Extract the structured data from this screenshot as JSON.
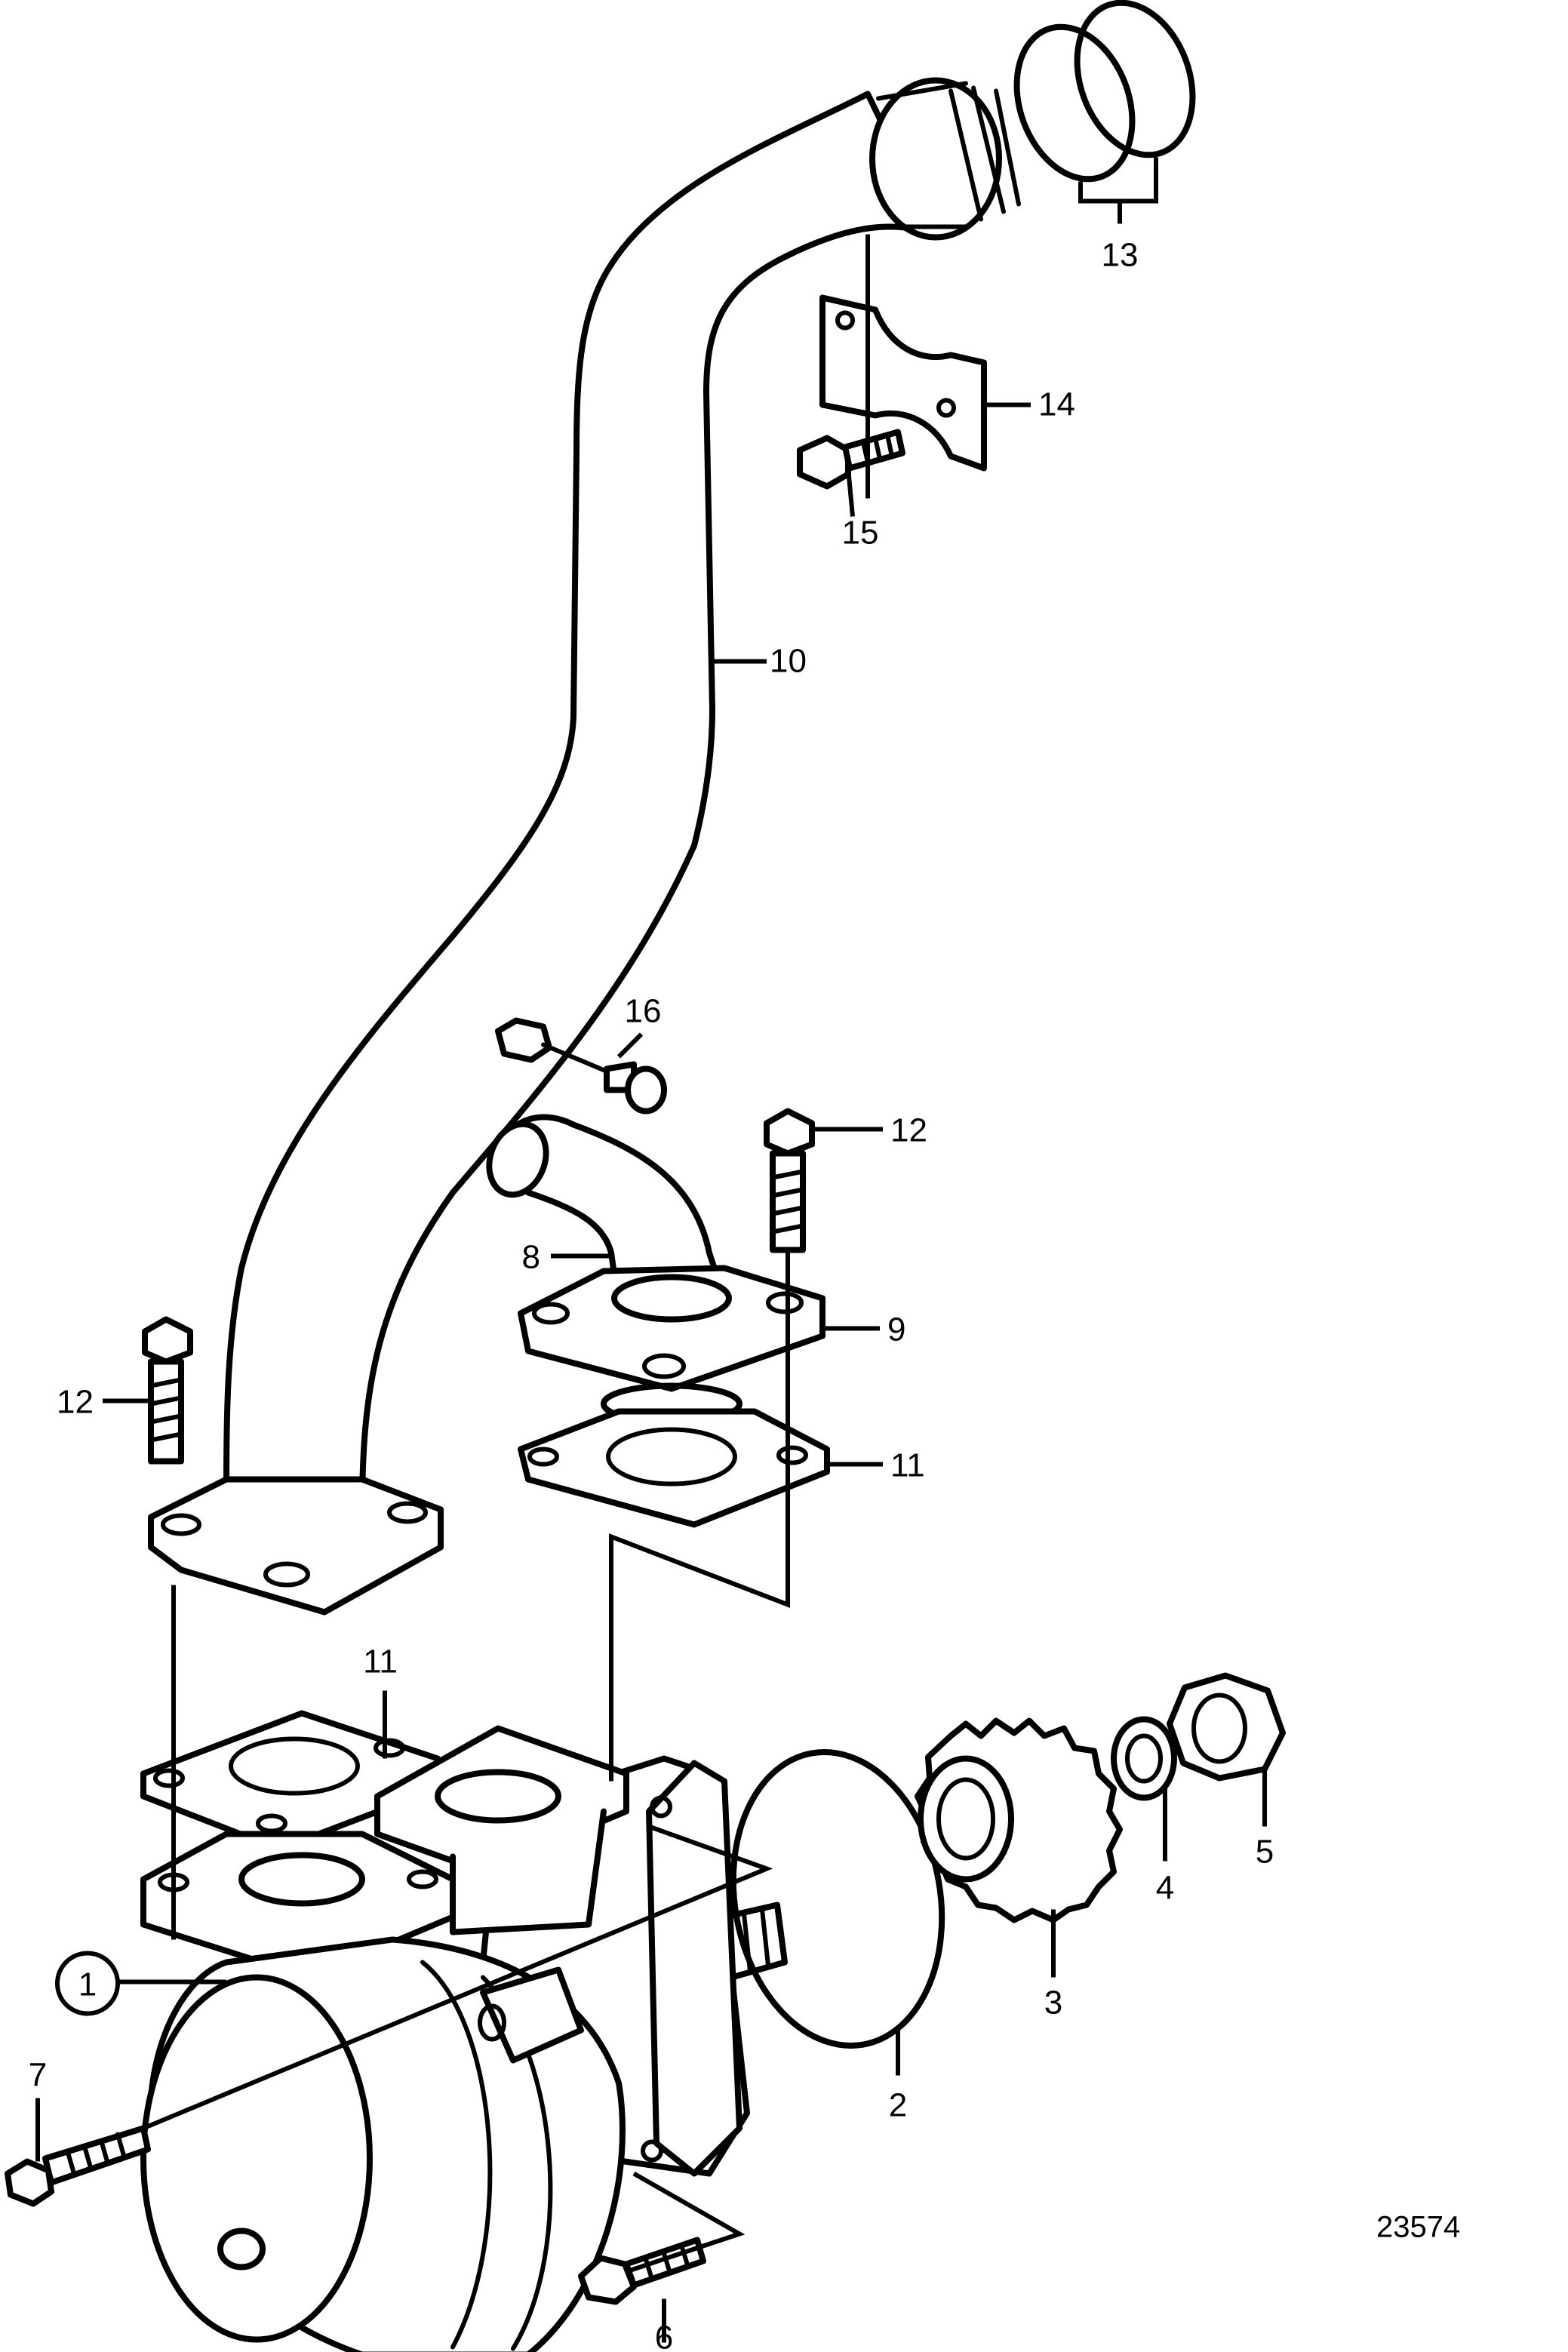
{
  "diagram": {
    "reference_number": "23574",
    "callouts": {
      "c1": "1",
      "c2": "2",
      "c3": "3",
      "c4": "4",
      "c5": "5",
      "c6": "6",
      "c7": "7",
      "c8": "8",
      "c9": "9",
      "c10": "10",
      "c11a": "11",
      "c11b": "11",
      "c12a": "12",
      "c12b": "12",
      "c13": "13",
      "c14": "14",
      "c15": "15",
      "c16": "16"
    }
  }
}
